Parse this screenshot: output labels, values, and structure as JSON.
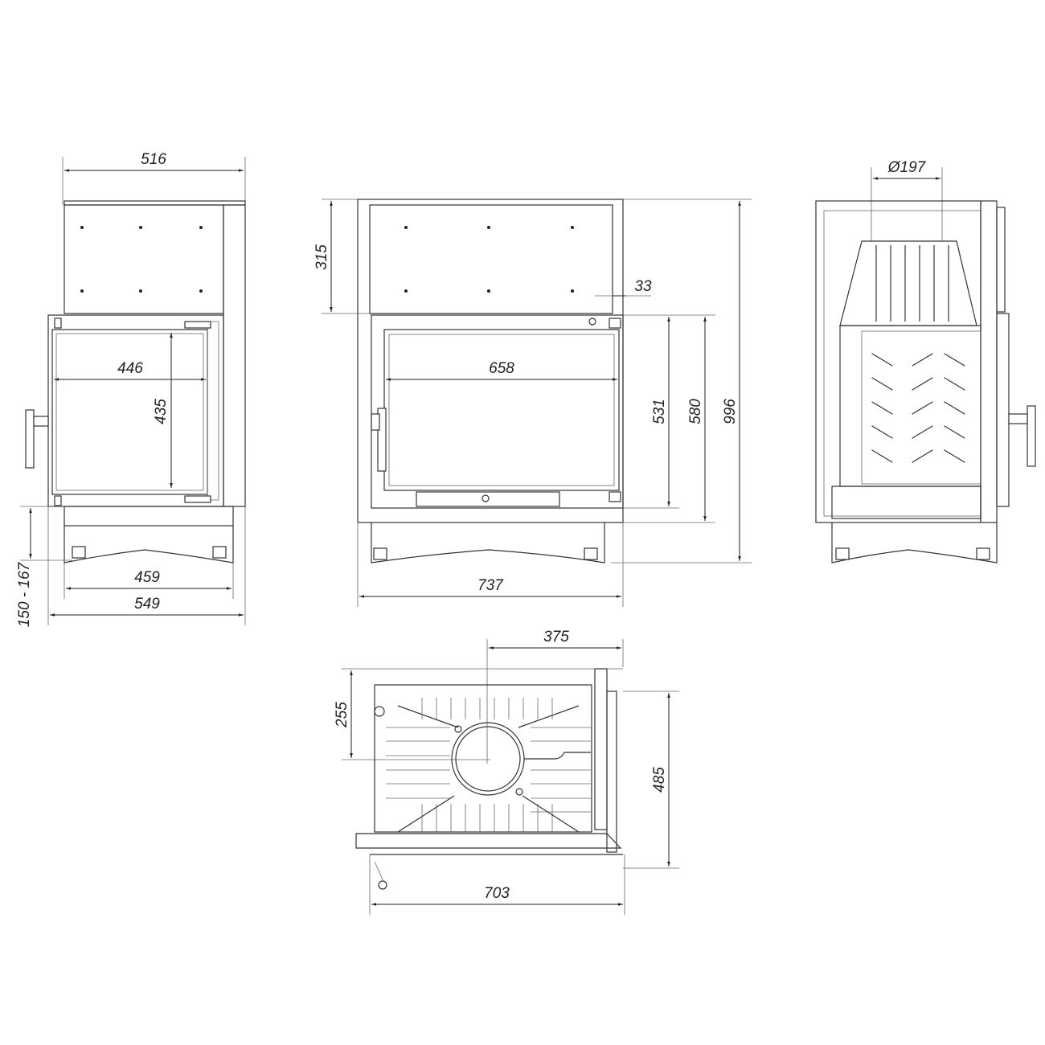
{
  "views": {
    "side_left": {
      "width_top": "516",
      "glass_width": "446",
      "glass_height": "435",
      "base_width": "459",
      "total_depth": "549",
      "leg_height": "150 - 167"
    },
    "front": {
      "top_panel_height": "315",
      "offset": "33",
      "door_height": "531",
      "frame_height": "580",
      "total_height": "996",
      "glass_width": "658",
      "total_width": "737"
    },
    "side_right": {
      "flue_diameter": "Ø197"
    },
    "top": {
      "flue_offset_x": "375",
      "flue_offset_y": "255",
      "depth": "485",
      "width": "703"
    }
  },
  "colors": {
    "line": "#333333",
    "background": "#ffffff"
  }
}
